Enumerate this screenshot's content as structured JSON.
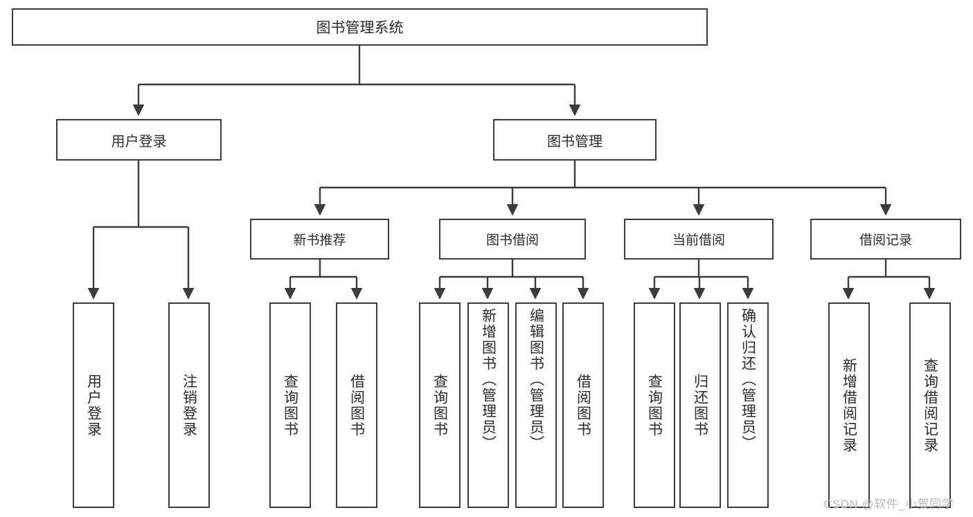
{
  "diagram": {
    "type": "tree",
    "title": "图书管理系统",
    "root": {
      "id": "root",
      "label": "图书管理系统"
    },
    "level2": [
      {
        "id": "user-login",
        "label": "用户登录"
      },
      {
        "id": "book-management",
        "label": "图书管理"
      }
    ],
    "level3": [
      {
        "id": "new-book-recommend",
        "label": "新书推荐",
        "parent": "book-management"
      },
      {
        "id": "book-borrow",
        "label": "图书借阅",
        "parent": "book-management"
      },
      {
        "id": "current-borrow",
        "label": "当前借阅",
        "parent": "book-management"
      },
      {
        "id": "borrow-record",
        "label": "借阅记录",
        "parent": "book-management"
      }
    ],
    "leaves": [
      {
        "id": "leaf-user-login",
        "label": "用户登录",
        "parent": "user-login"
      },
      {
        "id": "leaf-user-logout",
        "label": "注销登录",
        "parent": "user-login"
      },
      {
        "id": "leaf-query-book-1",
        "label": "查询图书",
        "parent": "new-book-recommend"
      },
      {
        "id": "leaf-borrow-book-1",
        "label": "借阅图书",
        "parent": "new-book-recommend"
      },
      {
        "id": "leaf-query-book-2",
        "label": "查询图书",
        "parent": "book-borrow"
      },
      {
        "id": "leaf-add-book",
        "label": "新增图书（管理员）",
        "parent": "book-borrow"
      },
      {
        "id": "leaf-edit-book",
        "label": "编辑图书（管理员）",
        "parent": "book-borrow"
      },
      {
        "id": "leaf-borrow-book-2",
        "label": "借阅图书",
        "parent": "book-borrow"
      },
      {
        "id": "leaf-query-book-3",
        "label": "查询图书",
        "parent": "current-borrow"
      },
      {
        "id": "leaf-return-book",
        "label": "归还图书",
        "parent": "current-borrow"
      },
      {
        "id": "leaf-confirm-return",
        "label": "确认归还（管理员）",
        "parent": "current-borrow"
      },
      {
        "id": "leaf-add-record",
        "label": "新增借阅记录",
        "parent": "borrow-record"
      },
      {
        "id": "leaf-query-record",
        "label": "查询借阅记录",
        "parent": "borrow-record"
      }
    ]
  },
  "watermark": {
    "text": "CSDN @软件_小贺同学"
  },
  "colors": {
    "border": "#3b3b3b",
    "text": "#2b2b2b",
    "background": "#ffffff",
    "watermark": "#b9b9b9"
  }
}
